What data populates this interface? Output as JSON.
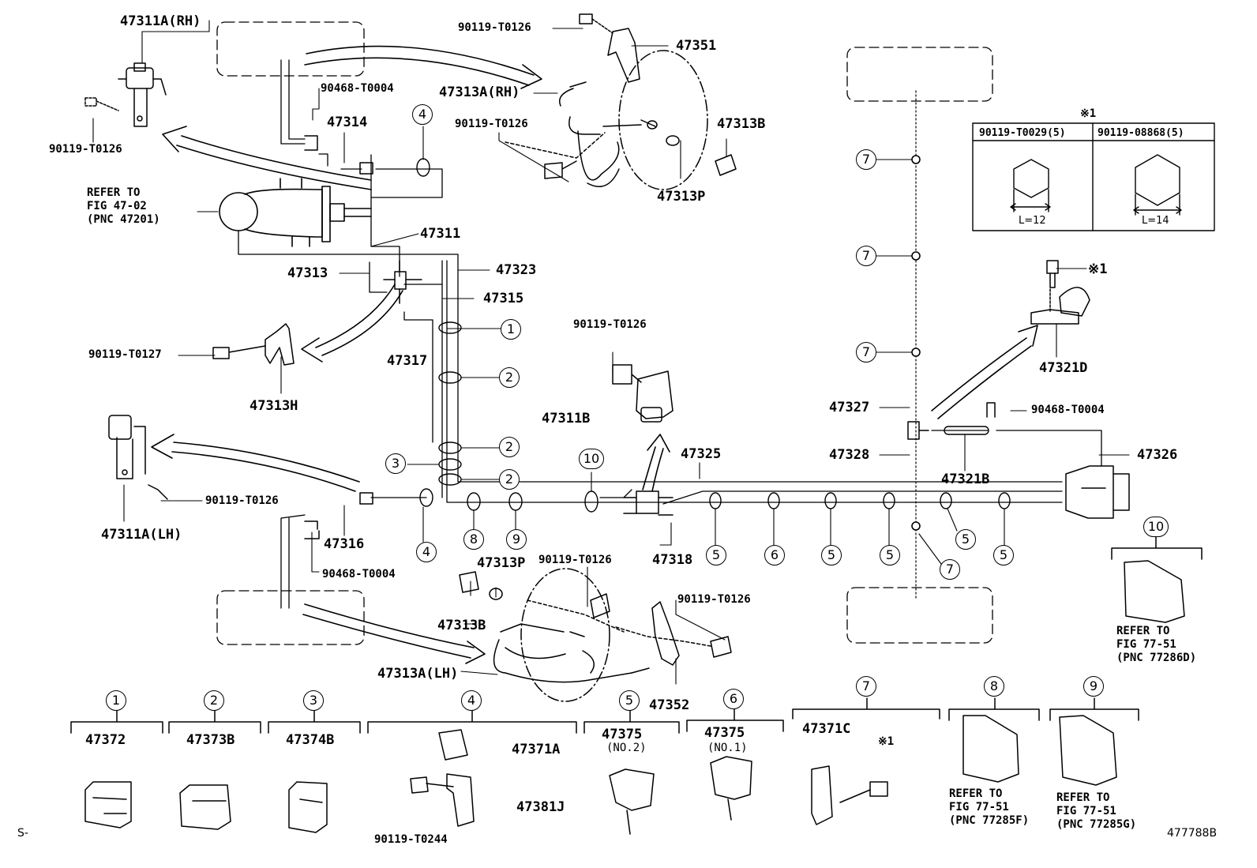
{
  "diagram_id": "477788B",
  "corner_mark": "S-",
  "parts": {
    "p47311A_RH": "47311A(RH)",
    "p90119_T0126_tl": "90119-T0126",
    "p90119_T0126_top": "90119-T0126",
    "p47351": "47351",
    "p47313A_RH": "47313A(RH)",
    "p90468_T0004_top": "90468-T0004",
    "p47314": "47314",
    "p90119_T0126_mid": "90119-T0126",
    "p47313B_top": "47313B",
    "p47313P_top": "47313P",
    "refer_47_02": "REFER TO\nFIG 47-02\n(PNC 47201)",
    "p47311": "47311",
    "p47313": "47313",
    "p47323": "47323",
    "p47315": "47315",
    "p90119_T0127": "90119-T0127",
    "p47317": "47317",
    "p47313H": "47313H",
    "p90119_T0126_center": "90119-T0126",
    "p47311B": "47311B",
    "p47325": "47325",
    "p90119_T0126_lh": "90119-T0126",
    "p47311A_LH": "47311A(LH)",
    "p47316": "47316",
    "p90468_T0004_lh": "90468-T0004",
    "p47318": "47318",
    "p47327": "47327",
    "p90468_T0004_right": "90468-T0004",
    "p47328": "47328",
    "p47326": "47326",
    "p47321B": "47321B",
    "p47321D": "47321D",
    "mark1_bolt": "※1",
    "p47313P_bot": "47313P",
    "p90119_T0126_bot1": "90119-T0126",
    "p90119_T0126_bot2": "90119-T0126",
    "p47313B_bot": "47313B",
    "p47313A_LH": "47313A(LH)",
    "p47352": "47352",
    "refer_77_51_D": "REFER TO\nFIG 77-51\n(PNC 77286D)"
  },
  "table": {
    "mark": "※1",
    "col1": "90119-T0029(5)",
    "col2": "90119-08868(5)",
    "l1": "L=12",
    "l2": "L=14"
  },
  "callouts": {
    "c4_top": "4",
    "c1": "1",
    "c2a": "2",
    "c2b": "2",
    "c3": "3",
    "c2c": "2",
    "c4_mid": "4",
    "c8": "8",
    "c9": "9",
    "c10_mid": "10",
    "c5a": "5",
    "c6": "6",
    "c5b": "5",
    "c5c": "5",
    "c5d": "5",
    "c5e": "5",
    "c7_low": "7",
    "c7a": "7",
    "c7b": "7",
    "c7c": "7",
    "c10_right": "10"
  },
  "legend": [
    {
      "num": "1",
      "part": "47372",
      "sub": ""
    },
    {
      "num": "2",
      "part": "47373B",
      "sub": ""
    },
    {
      "num": "3",
      "part": "47374B",
      "sub": ""
    },
    {
      "num": "4",
      "part": "47371A",
      "part2": "47381J",
      "bolt": "90119-T0244"
    },
    {
      "num": "5",
      "part": "47375",
      "sub": "(NO.2)"
    },
    {
      "num": "6",
      "part": "47375",
      "sub": "(NO.1)"
    },
    {
      "num": "7",
      "part": "47371C",
      "mark": "※1"
    },
    {
      "num": "8",
      "refer": "REFER TO\nFIG 77-51\n(PNC 77285F)"
    },
    {
      "num": "9",
      "refer": "REFER TO\nFIG 77-51\n(PNC 77285G)"
    }
  ]
}
